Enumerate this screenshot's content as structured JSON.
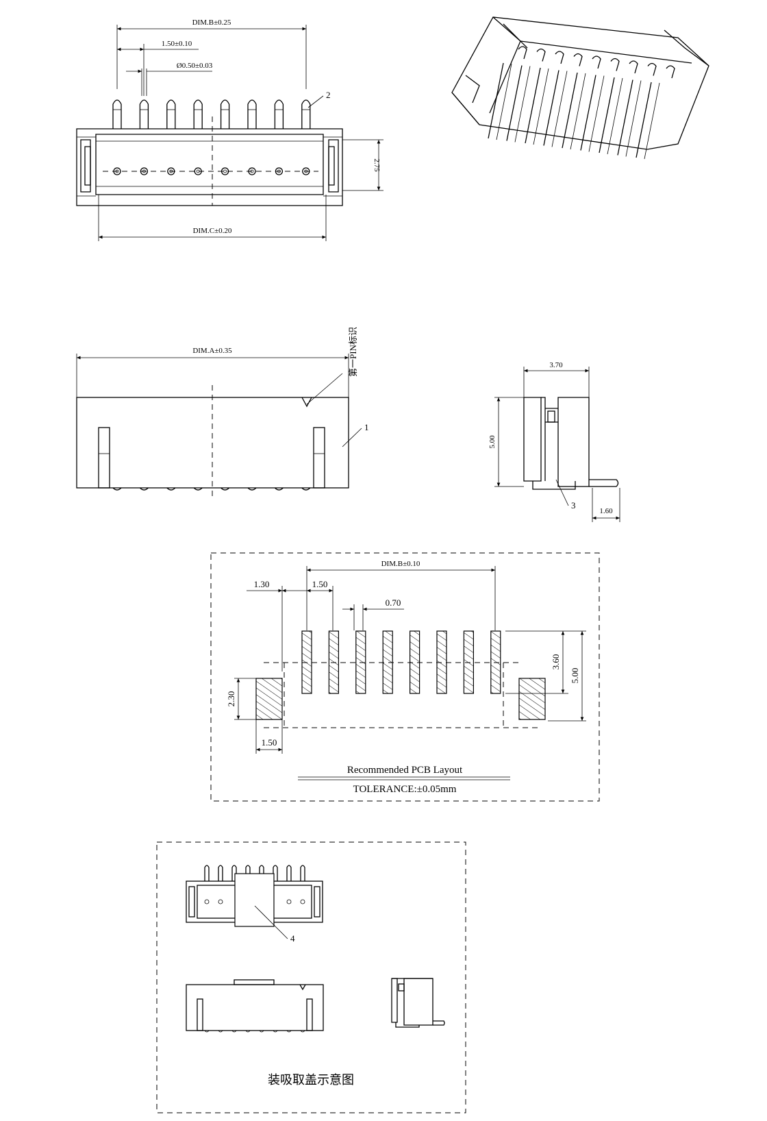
{
  "top_view": {
    "dim_b": "DIM.B±0.25",
    "pitch": "1.50±0.10",
    "pin_diameter": "Ø0.50±0.03",
    "height": "2.75",
    "dim_c": "DIM.C±0.20",
    "callout": "2",
    "pin_count": 8
  },
  "front_view": {
    "dim_a": "DIM.A±0.35",
    "pin1_label": "第一PIN标识",
    "callout": "1"
  },
  "side_view": {
    "width": "3.70",
    "height": "5.00",
    "tail": "1.60",
    "callout": "3"
  },
  "pcb_layout": {
    "dim_b": "DIM.B±0.10",
    "edge": "1.30",
    "pitch": "1.50",
    "pad_width": "0.70",
    "pad_length": "3.60",
    "total": "5.00",
    "tab_height": "2.30",
    "tab_width": "1.50",
    "title": "Recommended PCB Layout",
    "tolerance": "TOLERANCE:±0.05mm",
    "pad_count": 8
  },
  "cap_view": {
    "callout": "4",
    "caption": "装吸取盖示意图"
  }
}
